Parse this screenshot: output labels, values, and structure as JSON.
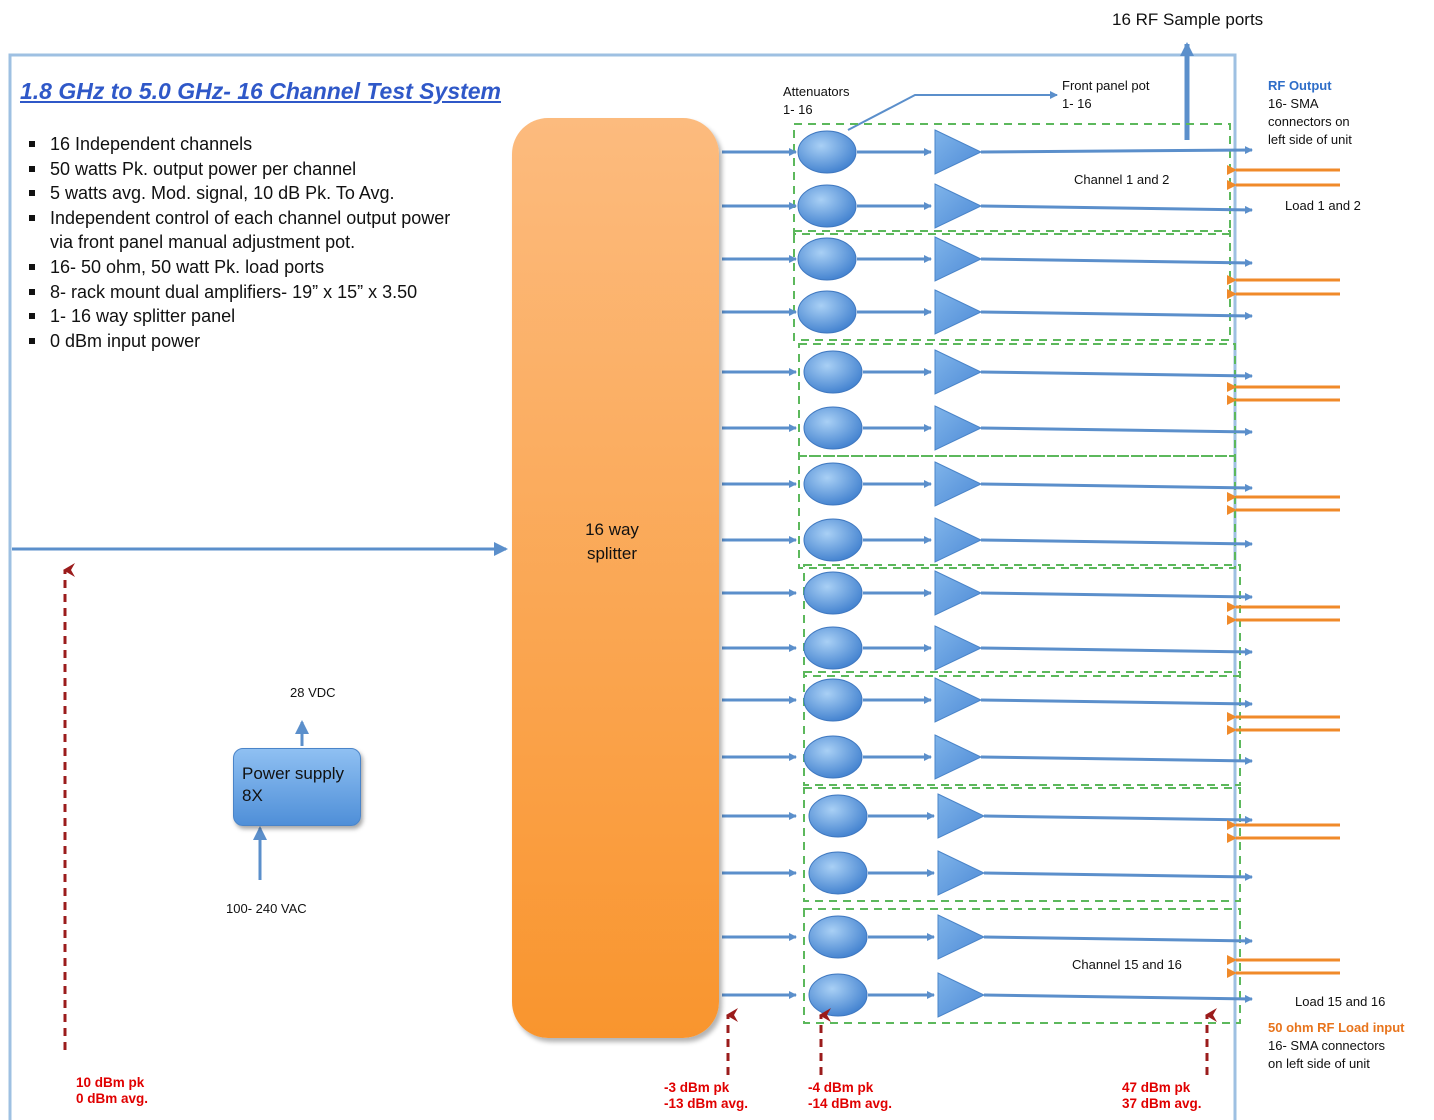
{
  "title": "1.8 GHz to 5.0 GHz- 16 Channel Test System",
  "bullets": [
    "16 Independent channels",
    "50 watts Pk. output power per channel",
    "5 watts avg. Mod. signal, 10 dB Pk. To Avg.",
    "Independent control of each channel output power",
    "via front panel manual adjustment pot.",
    "16- 50 ohm, 50 watt Pk. load ports",
    "8- rack mount dual amplifiers-  19” x 15” x 3.50",
    "1- 16 way splitter panel",
    "0 dBm input power"
  ],
  "sample_ports_label": "16 RF Sample ports",
  "attenuators_label": "Attenuators\n1- 16",
  "front_panel_label": "Front panel pot\n1- 16",
  "rf_output": {
    "heading": "RF Output",
    "text": "16- SMA\nconnectors on\nleft side of unit"
  },
  "channel_top_label": "Channel 1 and 2",
  "load_top_label": "Load 1 and 2",
  "channel_bottom_label": "Channel 15 and  16",
  "load_bottom_label": "Load 15 and 16",
  "load_input": {
    "heading": "50 ohm RF Load input",
    "text": "16- SMA connectors\non left side of unit"
  },
  "splitter_label": "16 way\nsplitter",
  "power_supply": {
    "label": "Power supply\n8X",
    "output": "28 VDC",
    "input": "100- 240 VAC"
  },
  "power_levels": {
    "input": "10 dBm pk\n0 dBm avg.",
    "splitter_out": "-3 dBm pk\n-13 dBm avg.",
    "attenuator_out": "-4 dBm pk\n-14 dBm avg.",
    "amplifier_out": "47 dBm pk\n37 dBm avg."
  },
  "colors": {
    "signal": "#5b8fcb",
    "frame": "#9ec0e2",
    "load": "#f08a2a",
    "dashed_box": "#5cb85c",
    "level_marker": "#9b1c1c"
  }
}
